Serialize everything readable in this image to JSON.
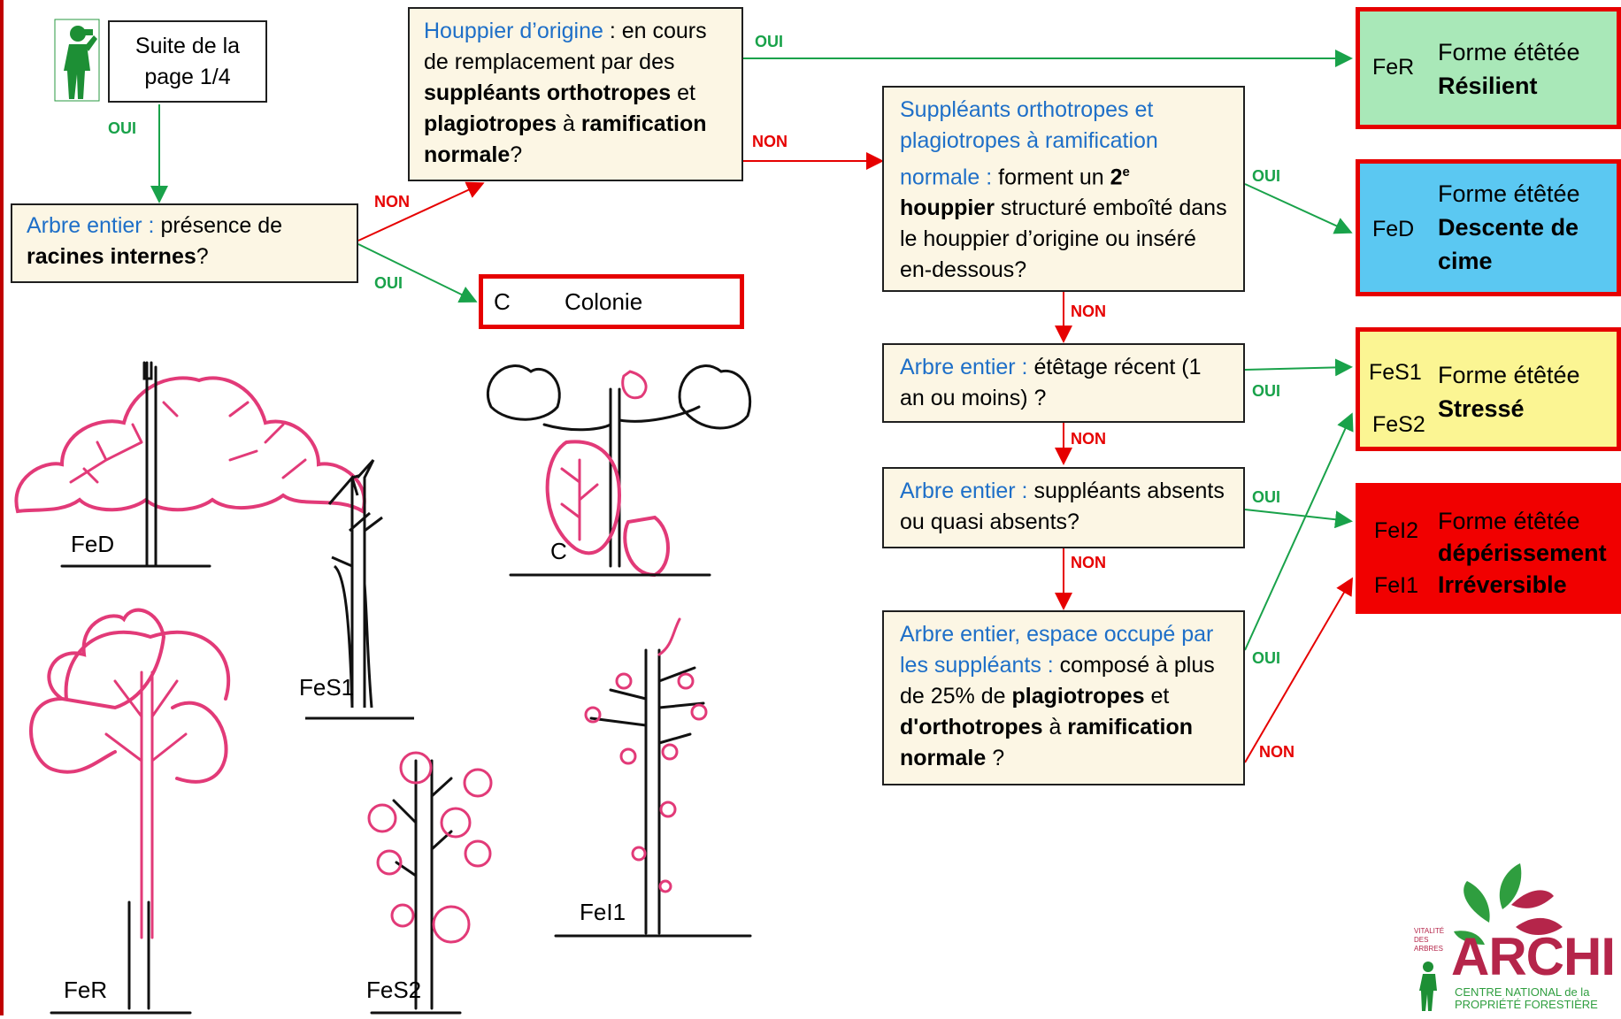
{
  "start_box": {
    "line1": "Suite de la",
    "line2": "page 1/4"
  },
  "q1": {
    "prefix": "Arbre entier : ",
    "t1": "présence de",
    "b1": "racines internes",
    "t2": "?"
  },
  "q2": {
    "prefix": "Houppier d’origine",
    "t1": " : en cours de remplacement par des ",
    "b1": "suppléants orthotropes",
    "t2": " et ",
    "b2": "plagiotropes",
    "t3": " à ",
    "b3": "ramification normale",
    "t4": "?"
  },
  "q3": {
    "prefix": "Suppléants orthotropes et plagiotropes à ramification normale : ",
    "t1": "forment un ",
    "b1": "2",
    "sup": "e",
    "b2": "houppier",
    "t2": " structuré emboîté dans le houppier d’origine ou inséré en-dessous?"
  },
  "q4": {
    "prefix": "Arbre entier : ",
    "t1": "étêtage récent (1 an ou moins) ?"
  },
  "q5": {
    "prefix": "Arbre entier : ",
    "t1": "suppléants absents ou quasi absents?"
  },
  "q6": {
    "prefix": "Arbre entier, espace occupé par les suppléants : ",
    "t1": "composé à plus de 25% de ",
    "b1": "plagiotropes",
    "t2": " et ",
    "b2": "d'orthotropes",
    "t3": " à ",
    "b3": "ramification normale",
    "t4": " ?"
  },
  "colonie": {
    "code": "C",
    "label": "Colonie"
  },
  "results": {
    "fer": {
      "code": "FeR",
      "line1": "Forme étêtée",
      "line2": "Résilient",
      "color": "#a9e8b8"
    },
    "fed": {
      "code": "FeD",
      "line1": "Forme étêtée",
      "line2": "Descente de",
      "line3": "cime",
      "color": "#5bc8f2"
    },
    "fes": {
      "code1": "FeS1",
      "code2": "FeS2",
      "line1": "Forme étêtée",
      "line2": "Stressé",
      "color": "#fbf593"
    },
    "fei": {
      "code1": "FeI2",
      "code2": "FeI1",
      "line1": "Forme étêtée",
      "line2": "dépérissement",
      "line3": "Irréversible",
      "color": "#f10000"
    }
  },
  "labels": {
    "oui": "OUI",
    "non": "NON"
  },
  "tree_labels": {
    "fed": "FeD",
    "fes1": "FeS1",
    "c": "C",
    "fer": "FeR",
    "fes2": "FeS2",
    "fei1": "FeI1"
  },
  "logo": {
    "small": "VITALITÉ DES ARBRES",
    "name": "ARCHI",
    "line1": "CENTRE NATIONAL de la",
    "line2": "PROPRIÉTÉ FORESTIÈRE"
  },
  "colors": {
    "oui": "#19a24a",
    "non": "#e60000",
    "question_bg": "#fcf6e4",
    "border_red": "#e60000"
  }
}
